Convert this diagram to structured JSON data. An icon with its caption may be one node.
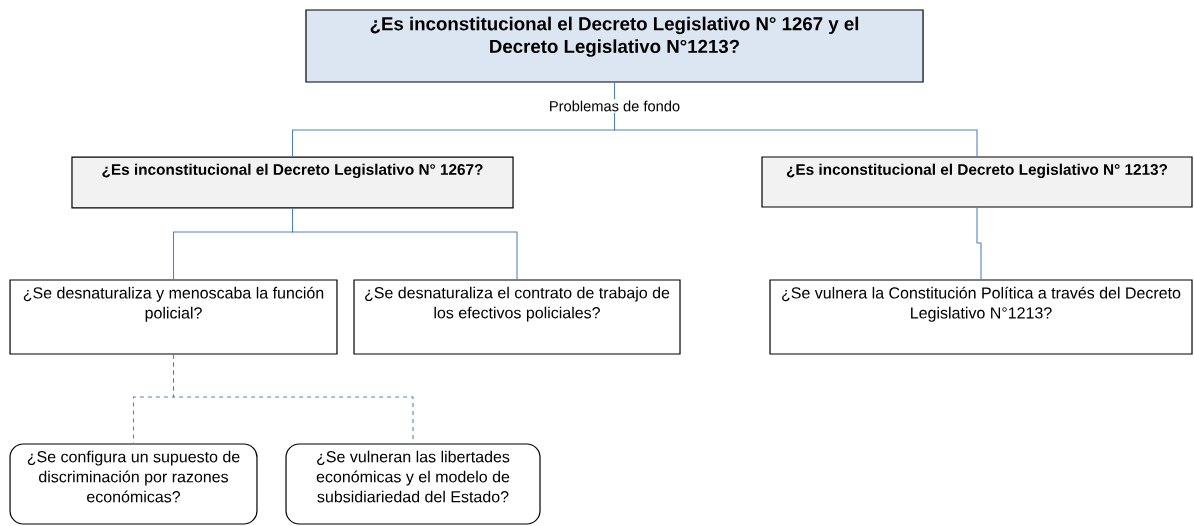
{
  "diagram": {
    "nodes": [
      {
        "text": [
          "¿Es inconstitucional  el Decreto Legislativo  N° 1267 y el Decreto Legislativo N°1213?"
        ]
      },
      {
        "text": [
          "¿Es inconstitucional el Decreto Legislativo N° 1267?"
        ]
      },
      {
        "text": [
          "¿Es inconstitucional el Decreto Legislativo N° 1213?"
        ]
      },
      {
        "text": [
          "¿Se desnaturaliza y menoscaba la función policial?"
        ]
      },
      {
        "text": [
          "¿Se desnaturaliza el contrato de trabajo de los efectivos policiales?"
        ]
      },
      {
        "text": [
          "¿Se vulnera la Constitución Política a través del Decreto Legislativo N°1213?"
        ]
      },
      {
        "text": [
          "¿Se configura un supuesto de discriminación por razones económicas?"
        ]
      },
      {
        "text": [
          "¿Se vulneran las libertades económicas y el modelo de subsidiariedad del Estado?"
        ]
      }
    ],
    "edges": [
      {
        "from": 0,
        "to": 1,
        "arrow": "none",
        "label": "Problemas de fondo"
      },
      {
        "from": 0,
        "to": 2,
        "arrow": "none"
      },
      {
        "from": 1,
        "to": 3,
        "arrow": "none"
      },
      {
        "from": 1,
        "to": 4,
        "arrow": "none"
      },
      {
        "from": 2,
        "to": 5,
        "arrow": "none"
      },
      {
        "from": 3,
        "to": 6,
        "arrow": "none",
        "style": "dashed"
      },
      {
        "from": 3,
        "to": 7,
        "arrow": "none",
        "style": "dashed"
      }
    ]
  }
}
